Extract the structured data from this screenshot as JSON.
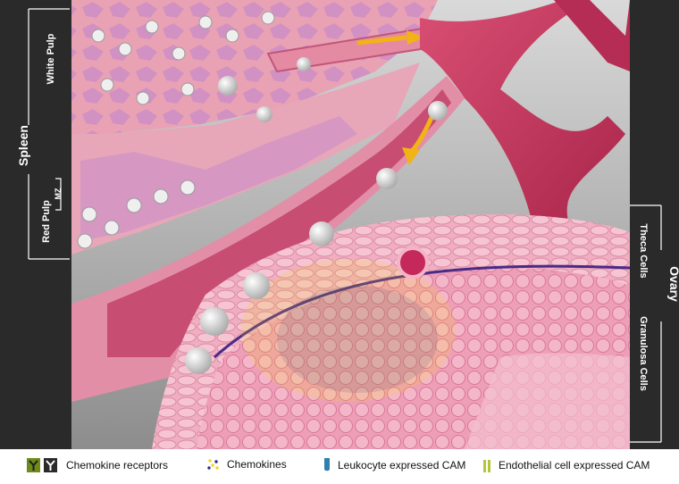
{
  "left_panel": {
    "spleen_label": "Spleen",
    "white_pulp_label": "White Pulp",
    "red_pulp_label": "Red Pulp",
    "mz_label": "MZ"
  },
  "right_panel": {
    "ovary_label": "Ovary",
    "theca_label": "Theca Cells",
    "granulosa_label": "Granulosa Cells"
  },
  "legend": {
    "chemokine_receptors": "Chemokine receptors",
    "chemokines": "Chemokines",
    "leukocyte_cam": "Leukocyte expressed CAM",
    "endothelial_cam": "Endothelial cell expressed CAM"
  },
  "colors": {
    "panel": "#2a2a2a",
    "tissue_pink": "#e9a2b4",
    "vessel_red": "#c7355a",
    "chemokine_yellow": "#f6d21c",
    "chemokine_navy": "#2c2f7a",
    "leukocyte_cam": "#2f7fb0",
    "endothelial_cam": "#b5c53a",
    "receptor_green": "#6e8a1a"
  }
}
